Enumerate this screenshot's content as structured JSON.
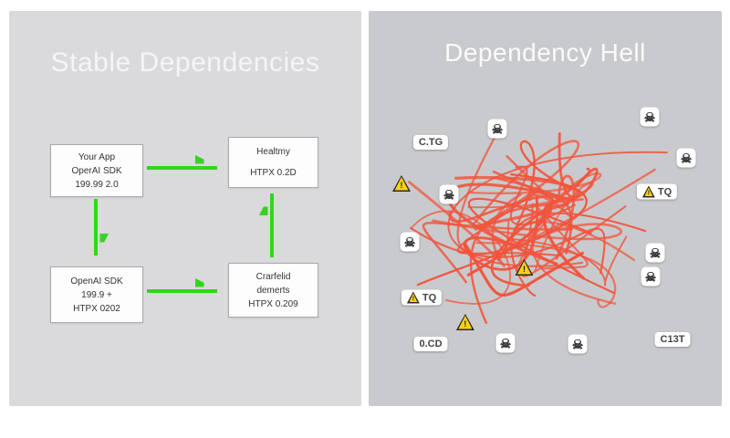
{
  "left_panel": {
    "title": "Stable Dependencies",
    "arrow_color": "#35d41e",
    "nodes": {
      "app": {
        "lines": [
          "Your App",
          "OperAI SDK",
          "199.99 2.0"
        ]
      },
      "healthy": {
        "lines": [
          "Healtmy",
          "HTPX 0.2D"
        ]
      },
      "sdk": {
        "lines": [
          "OpenAI SDK",
          "199.9 +",
          "HTPX 0202"
        ]
      },
      "deps": {
        "lines": [
          "Crarfelid",
          "demerts",
          "HTPX 0.209"
        ]
      }
    }
  },
  "right_panel": {
    "title": "Dependency Hell",
    "tangle_color": "#f1543c",
    "badges": {
      "ctg": "C.TG",
      "tq_right": "TQ",
      "tq_left": "TQ",
      "ocd": "0.CD",
      "c13t": "C13T"
    },
    "icons": {
      "skull": "☠",
      "warning_mark": "!"
    }
  }
}
